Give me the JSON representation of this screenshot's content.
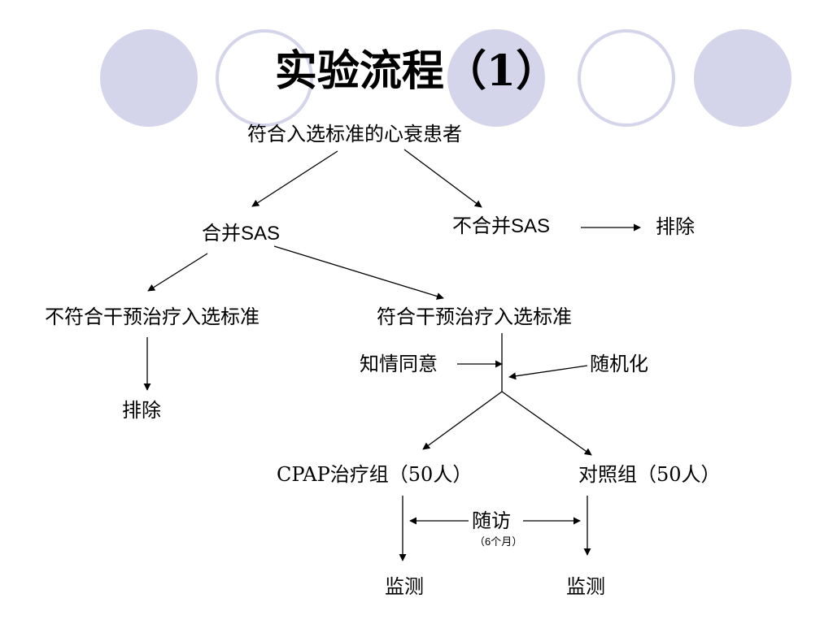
{
  "slide": {
    "title": "实验流程（1）",
    "accent_color": "#d4d4ea"
  },
  "flow": {
    "root": "符合入选标准的心衰患者",
    "with_sas": "合并SAS",
    "without_sas": "不合并SAS",
    "exclude_right": "排除",
    "not_eligible": "不符合干预治疗入选标准",
    "exclude_left": "排除",
    "eligible": "符合干预治疗入选标准",
    "consent": "知情同意",
    "randomize": "随机化",
    "cpap_group": "CPAP治疗组（50人）",
    "control_group": "对照组（50人）",
    "followup": "随访",
    "followup_period": "（6个月）",
    "monitor_left": "监测",
    "monitor_right": "监测"
  }
}
